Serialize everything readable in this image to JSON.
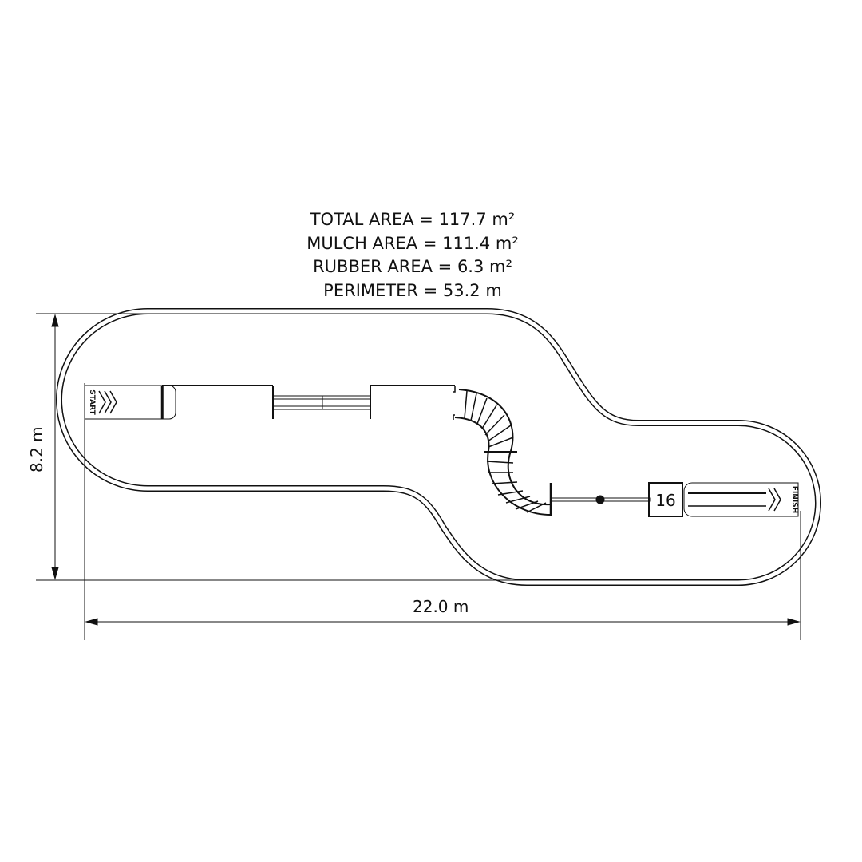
{
  "stats": {
    "total_area": "TOTAL AREA =  117.7 m²",
    "mulch_area": "MULCH AREA =  111.4 m²",
    "rubber_area": "RUBBER AREA =  6.3 m²",
    "perimeter": "PERIMETER =  53.2 m"
  },
  "dimensions": {
    "height": "8.2 m",
    "width": "22.0 m"
  },
  "labels": {
    "start": "START",
    "finish": "FINISH",
    "station_number": "16"
  }
}
